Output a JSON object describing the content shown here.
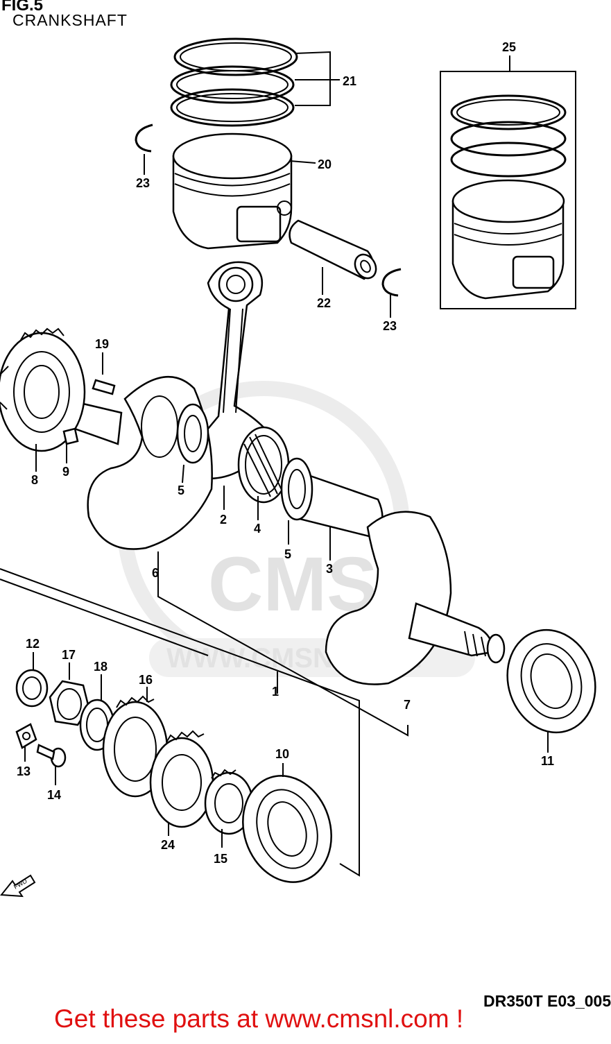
{
  "header": {
    "fig": "FIG.5",
    "title": "CRANKSHAFT"
  },
  "footer": {
    "code": "DR350T E03_005",
    "promo": "Get these parts at www.cmsnl.com !"
  },
  "watermark": {
    "brand": "CMS",
    "url": "WWW.CMSNL.COM"
  },
  "fwd_label": "FWD",
  "callouts": {
    "n1": "1",
    "n2": "2",
    "n3": "3",
    "n4": "4",
    "n5a": "5",
    "n5b": "5",
    "n6": "6",
    "n7": "7",
    "n8": "8",
    "n9": "9",
    "n10": "10",
    "n11": "11",
    "n12": "12",
    "n13": "13",
    "n14": "14",
    "n15": "15",
    "n16": "16",
    "n17": "17",
    "n18": "18",
    "n19": "19",
    "n20": "20",
    "n21": "21",
    "n22": "22",
    "n23a": "23",
    "n23b": "23",
    "n24": "24",
    "n25": "25"
  },
  "colors": {
    "line": "#000000",
    "promo": "#e01010",
    "watermark": "#e2e2e2"
  }
}
